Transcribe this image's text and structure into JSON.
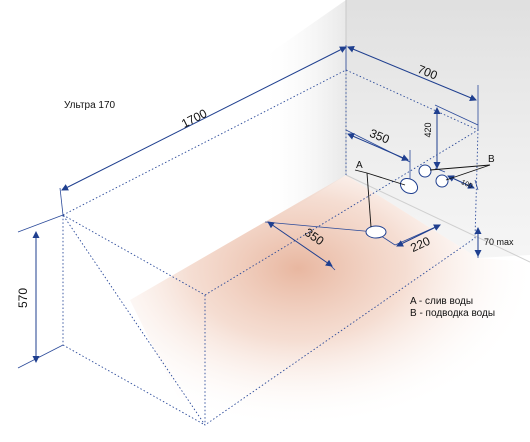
{
  "title": "Ультра 170",
  "dimensions": {
    "length": "1700",
    "width": "700",
    "height": "570",
    "drain_offset_long": "350",
    "drain_offset_short": "220",
    "wall_offset": "350",
    "supply_height": "420",
    "supply_spacing": "100",
    "supply_max_height": "70 max"
  },
  "labels": {
    "a": "A",
    "b": "B"
  },
  "legend": {
    "a": "A - слив воды",
    "b": "B - подводка воды"
  },
  "colors": {
    "line": "#1f3f8f",
    "floor_glow": "#e9b9a3",
    "wall_shadow": "#d8d8d8"
  }
}
